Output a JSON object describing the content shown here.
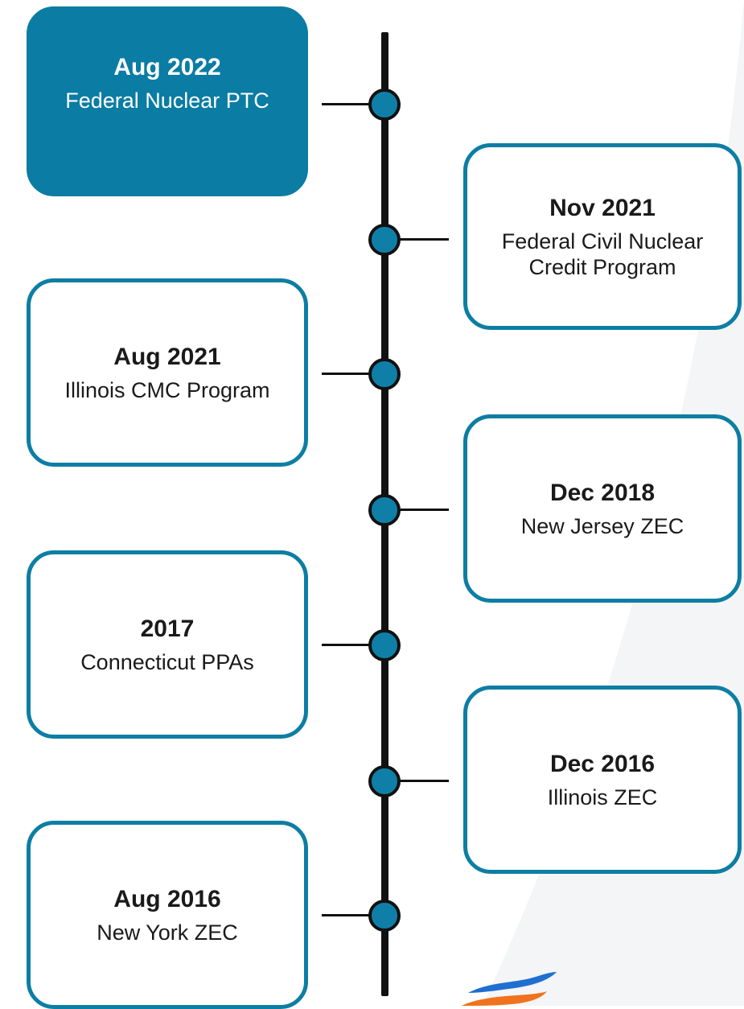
{
  "colors": {
    "accent": "#0b7ca3",
    "node": "#0f7fa8",
    "line": "#111111",
    "logo_blue": "#1f6fd1",
    "logo_orange": "#f0721f"
  },
  "timeline": {
    "events": [
      {
        "date": "Aug 2022",
        "label": "Federal Nuclear PTC",
        "side": "left",
        "highlighted": true
      },
      {
        "date": "Nov 2021",
        "label": "Federal Civil Nuclear Credit Program",
        "side": "right",
        "highlighted": false
      },
      {
        "date": "Aug 2021",
        "label": "Illinois CMC Program",
        "side": "left",
        "highlighted": false
      },
      {
        "date": "Dec 2018",
        "label": "New Jersey ZEC",
        "side": "right",
        "highlighted": false
      },
      {
        "date": "2017",
        "label": "Connecticut PPAs",
        "side": "left",
        "highlighted": false
      },
      {
        "date": "Dec 2016",
        "label": "Illinois ZEC",
        "side": "right",
        "highlighted": false
      },
      {
        "date": "Aug 2016",
        "label": "New York ZEC",
        "side": "left",
        "highlighted": false
      }
    ]
  },
  "logo": {
    "icon": "wave-logo-icon"
  }
}
